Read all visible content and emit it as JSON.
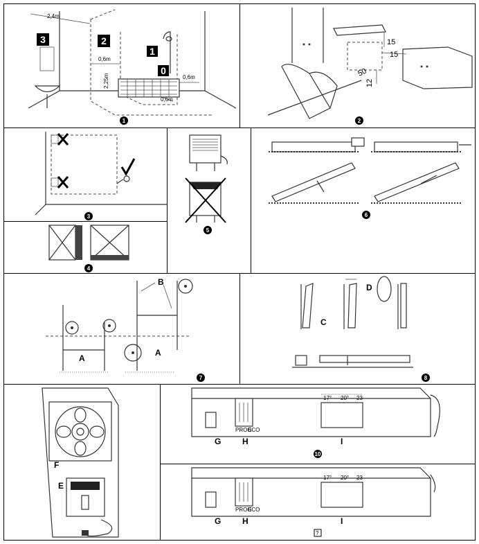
{
  "panels": {
    "p1": {
      "number": "1",
      "dim_width": "2,4m",
      "dim_depth": "0,6m",
      "dim_height": "2,25m",
      "dim_side": "0,6m",
      "dim_front": "0,6m",
      "zones": [
        "3",
        "2",
        "1",
        "0"
      ]
    },
    "p2": {
      "number": "2",
      "dims": [
        "15",
        "15",
        "50",
        "12"
      ]
    },
    "p3": {
      "number": "3"
    },
    "p4": {
      "number": "4"
    },
    "p5": {
      "number": "5"
    },
    "p6": {
      "number": "6"
    },
    "p7": {
      "number": "7",
      "label_a": "A",
      "label_b": "B"
    },
    "p8": {
      "number": "8",
      "label_c": "C",
      "label_d": "D"
    },
    "p9": {
      "label_e": "E",
      "label_f": "F"
    },
    "p10": {
      "number": "10",
      "temps": [
        "17°",
        "20°",
        "23"
      ],
      "label_g": "G",
      "label_h": "H",
      "label_i": "I",
      "modes": [
        "PROG",
        "ECO"
      ]
    },
    "p11": {
      "number": "?",
      "temps": [
        "17°",
        "20°",
        "23"
      ],
      "label_g": "G",
      "label_h": "H",
      "label_i": "I",
      "modes": [
        "PROG",
        "ECO"
      ]
    }
  }
}
